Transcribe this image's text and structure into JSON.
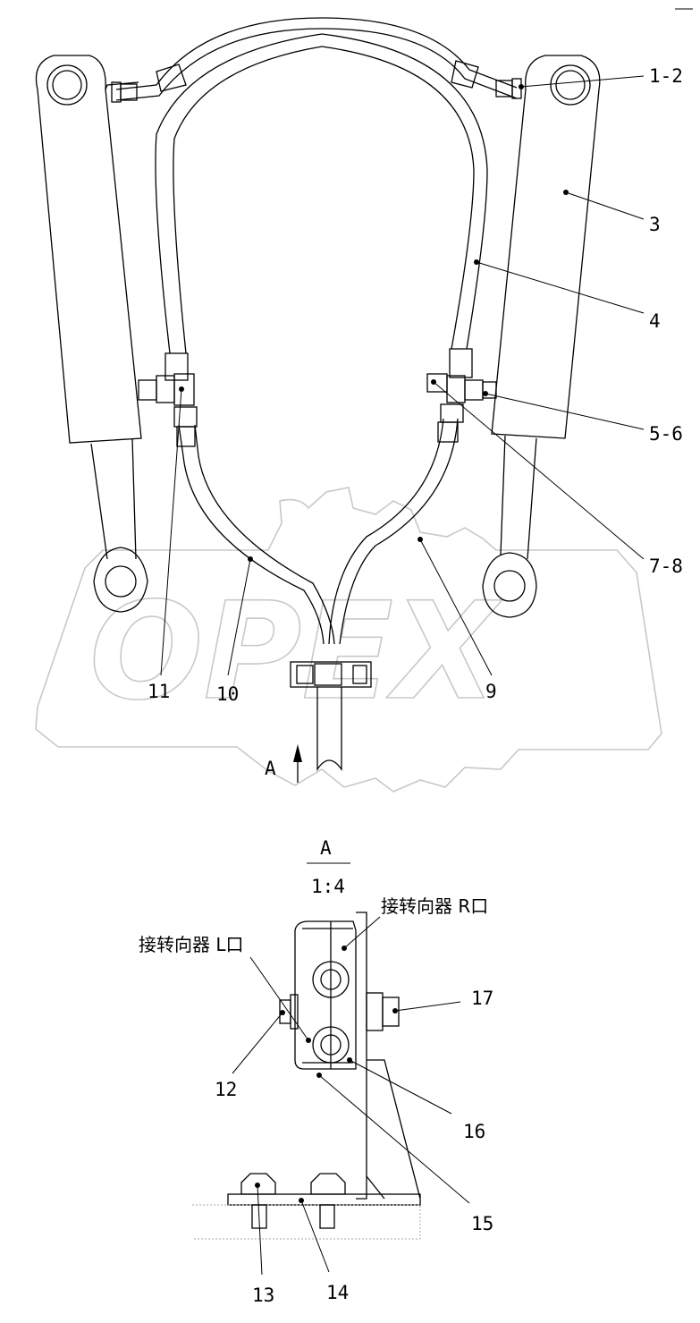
{
  "watermark": {
    "text": "OPEX"
  },
  "view": {
    "name": "A",
    "scale": "1:4"
  },
  "callouts": [
    {
      "id": "c-1-2",
      "text": "1-2"
    },
    {
      "id": "c-3",
      "text": "3"
    },
    {
      "id": "c-4",
      "text": "4"
    },
    {
      "id": "c-5-6",
      "text": "5-6"
    },
    {
      "id": "c-7-8",
      "text": "7-8"
    },
    {
      "id": "c-9",
      "text": "9"
    },
    {
      "id": "c-10",
      "text": "10"
    },
    {
      "id": "c-11",
      "text": "11"
    },
    {
      "id": "c-12",
      "text": "12"
    },
    {
      "id": "c-13",
      "text": "13"
    },
    {
      "id": "c-14",
      "text": "14"
    },
    {
      "id": "c-15",
      "text": "15"
    },
    {
      "id": "c-16",
      "text": "16"
    },
    {
      "id": "c-17",
      "text": "17"
    }
  ],
  "annotations": {
    "port_r": "接转向器 R口",
    "port_l": "接转向器 L口",
    "arrow_a": "A"
  }
}
